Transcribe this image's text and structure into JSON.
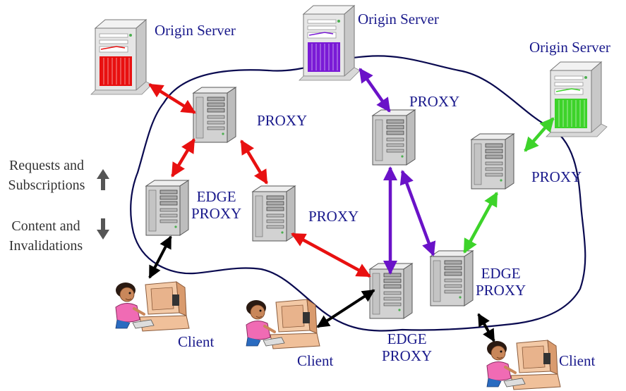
{
  "labels": {
    "origin_server": "Origin Server",
    "proxy": "PROXY",
    "edge_proxy_line1": "EDGE",
    "edge_proxy_line2": "PROXY",
    "client": "Client"
  },
  "legend": {
    "requests_line1": "Requests and",
    "requests_line2": "Subscriptions",
    "content_line1": "Content and",
    "content_line2": "Invalidations"
  },
  "colors": {
    "label_text": "#1a1a8c",
    "red_path": "#e81010",
    "purple_path": "#6a12c8",
    "green_path": "#3dd32a",
    "client_link": "#000000",
    "network_boundary": "#0a0a50"
  },
  "icons": {
    "origin_server": "tower-server-icon",
    "proxy": "proxy-server-icon",
    "client": "person-at-computer-icon",
    "legend_up": "up-arrow-icon",
    "legend_down": "down-arrow-icon"
  }
}
